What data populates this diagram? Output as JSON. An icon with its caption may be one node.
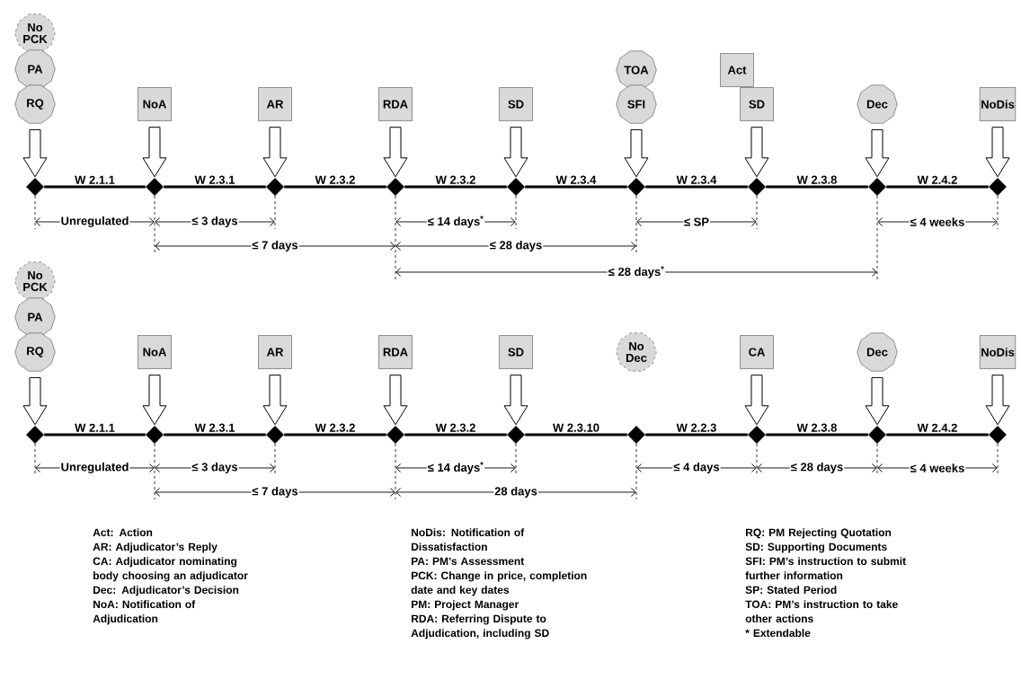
{
  "diagram": {
    "nodes": [
      {
        "text": [
          "No PCK"
        ]
      },
      {
        "text": [
          "PA"
        ]
      },
      {
        "text": [
          "RQ"
        ]
      },
      {
        "text": [
          "NoA"
        ]
      },
      {
        "text": [
          "AR"
        ]
      },
      {
        "text": [
          "RDA"
        ]
      },
      {
        "text": [
          "SD"
        ]
      },
      {
        "text": [
          "TOA"
        ]
      },
      {
        "text": [
          "SFI"
        ]
      },
      {
        "text": [
          "Act"
        ]
      },
      {
        "text": [
          "SD"
        ]
      },
      {
        "text": [
          "Dec"
        ]
      },
      {
        "text": [
          "NoDis"
        ]
      },
      {
        "text": [],
        "shape": "diamond"
      },
      {
        "text": [],
        "shape": "diamond"
      },
      {
        "text": [],
        "shape": "diamond"
      },
      {
        "text": [],
        "shape": "diamond"
      },
      {
        "text": [],
        "shape": "diamond"
      },
      {
        "text": [],
        "shape": "diamond"
      },
      {
        "text": [],
        "shape": "diamond"
      },
      {
        "text": [],
        "shape": "diamond"
      },
      {
        "text": [],
        "shape": "diamond"
      },
      {
        "text": [
          "No PCK"
        ]
      },
      {
        "text": [
          "PA"
        ]
      },
      {
        "text": [
          "RQ"
        ]
      },
      {
        "text": [
          "NoA"
        ]
      },
      {
        "text": [
          "AR"
        ]
      },
      {
        "text": [
          "RDA"
        ]
      },
      {
        "text": [
          "SD"
        ]
      },
      {
        "text": [
          "No Dec"
        ]
      },
      {
        "text": [
          "CA"
        ]
      },
      {
        "text": [
          "Dec"
        ]
      },
      {
        "text": [
          "NoDis"
        ]
      },
      {
        "text": [],
        "shape": "diamond"
      },
      {
        "text": [],
        "shape": "diamond"
      },
      {
        "text": [],
        "shape": "diamond"
      },
      {
        "text": [],
        "shape": "diamond"
      },
      {
        "text": [],
        "shape": "diamond"
      },
      {
        "text": [],
        "shape": "diamond"
      },
      {
        "text": [],
        "shape": "diamond"
      },
      {
        "text": [],
        "shape": "diamond"
      },
      {
        "text": [],
        "shape": "diamond"
      }
    ],
    "edges": [
      {
        "from": 2,
        "to": 13,
        "arrow": "to"
      },
      {
        "from": 3,
        "to": 14,
        "arrow": "to"
      },
      {
        "from": 4,
        "to": 15,
        "arrow": "to"
      },
      {
        "from": 5,
        "to": 16,
        "arrow": "to"
      },
      {
        "from": 6,
        "to": 17,
        "arrow": "to"
      },
      {
        "from": 8,
        "to": 18,
        "arrow": "to"
      },
      {
        "from": 10,
        "to": 19,
        "arrow": "to"
      },
      {
        "from": 11,
        "to": 20,
        "arrow": "to"
      },
      {
        "from": 12,
        "to": 21,
        "arrow": "to"
      },
      {
        "from": 13,
        "to": 14,
        "arrow": "none",
        "label": "W 2.1.1"
      },
      {
        "from": 14,
        "to": 15,
        "arrow": "none",
        "label": "W 2.3.1"
      },
      {
        "from": 15,
        "to": 16,
        "arrow": "none",
        "label": "W 2.3.2"
      },
      {
        "from": 16,
        "to": 17,
        "arrow": "none",
        "label": "W 2.3.2"
      },
      {
        "from": 17,
        "to": 18,
        "arrow": "none",
        "label": "W 2.3.4"
      },
      {
        "from": 18,
        "to": 19,
        "arrow": "none",
        "label": "W 2.3.4"
      },
      {
        "from": 19,
        "to": 20,
        "arrow": "none",
        "label": "W 2.3.8"
      },
      {
        "from": 20,
        "to": 21,
        "arrow": "none",
        "label": "W 2.4.2"
      },
      {
        "from": 24,
        "to": 33,
        "arrow": "to"
      },
      {
        "from": 25,
        "to": 34,
        "arrow": "to"
      },
      {
        "from": 26,
        "to": 35,
        "arrow": "to"
      },
      {
        "from": 27,
        "to": 36,
        "arrow": "to"
      },
      {
        "from": 28,
        "to": 37,
        "arrow": "to"
      },
      {
        "from": 30,
        "to": 39,
        "arrow": "to"
      },
      {
        "from": 31,
        "to": 40,
        "arrow": "to"
      },
      {
        "from": 32,
        "to": 41,
        "arrow": "to"
      },
      {
        "from": 33,
        "to": 34,
        "arrow": "none",
        "label": "W 2.1.1"
      },
      {
        "from": 34,
        "to": 35,
        "arrow": "none",
        "label": "W 2.3.1"
      },
      {
        "from": 35,
        "to": 36,
        "arrow": "none",
        "label": "W 2.3.2"
      },
      {
        "from": 36,
        "to": 37,
        "arrow": "none",
        "label": "W 2.3.2"
      },
      {
        "from": 37,
        "to": 38,
        "arrow": "none",
        "label": "W 2.3.10"
      },
      {
        "from": 38,
        "to": 39,
        "arrow": "none",
        "label": "W 2.2.3"
      },
      {
        "from": 39,
        "to": 40,
        "arrow": "none",
        "label": "W 2.3.8"
      },
      {
        "from": 40,
        "to": 41,
        "arrow": "none",
        "label": "W 2.4.2"
      }
    ],
    "labels": [
      "Unregulated",
      "≤ 3 days",
      "≤ 14 days$^{*}$",
      "≤ SP",
      "≤ 4 weeks",
      "≤ 7 days",
      "≤ 28 days",
      "≤ 28 days$^{*}$",
      "Unregulated",
      "≤ 3 days",
      "≤ 14 days$^{*}$",
      "≤ 4 days",
      "≤ 28 days",
      "≤ 4 weeks",
      "≤ 7 days",
      "28 days",
      "Act: Action",
      "AR: Adjudicator’s Reply",
      "CA: Adjudicator nominating body choosing an adjudicator",
      "Dec: Adjudicator’s Decision",
      "NoA: Notification of Adjudication",
      "NoDis: Notification of Dissatisfaction",
      "PA: PM’s Assessment",
      "PCK: Change in price, completion date and key dates",
      "PM: Project Manager",
      "RDA: Referring Dispute to Adjudication, including SD",
      "RQ: PM Rejecting Quotation",
      "SD: Supporting Documents",
      "SFI: PM’s instruction to submit further information",
      "SP: Stated Period",
      "TOA: PM’s instruction to take other actions",
      "* Extendable"
    ]
  }
}
